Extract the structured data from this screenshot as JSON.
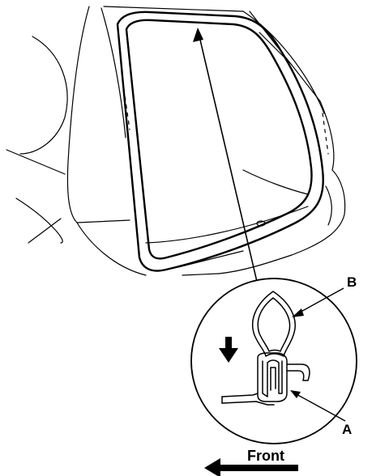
{
  "callouts": {
    "a": "A",
    "b": "B"
  },
  "direction": {
    "label": "Front",
    "icon": "arrow-left-icon"
  },
  "push_indicator": {
    "icon": "arrow-down-icon"
  },
  "colors": {
    "ink": "#000000",
    "paper": "#ffffff"
  }
}
